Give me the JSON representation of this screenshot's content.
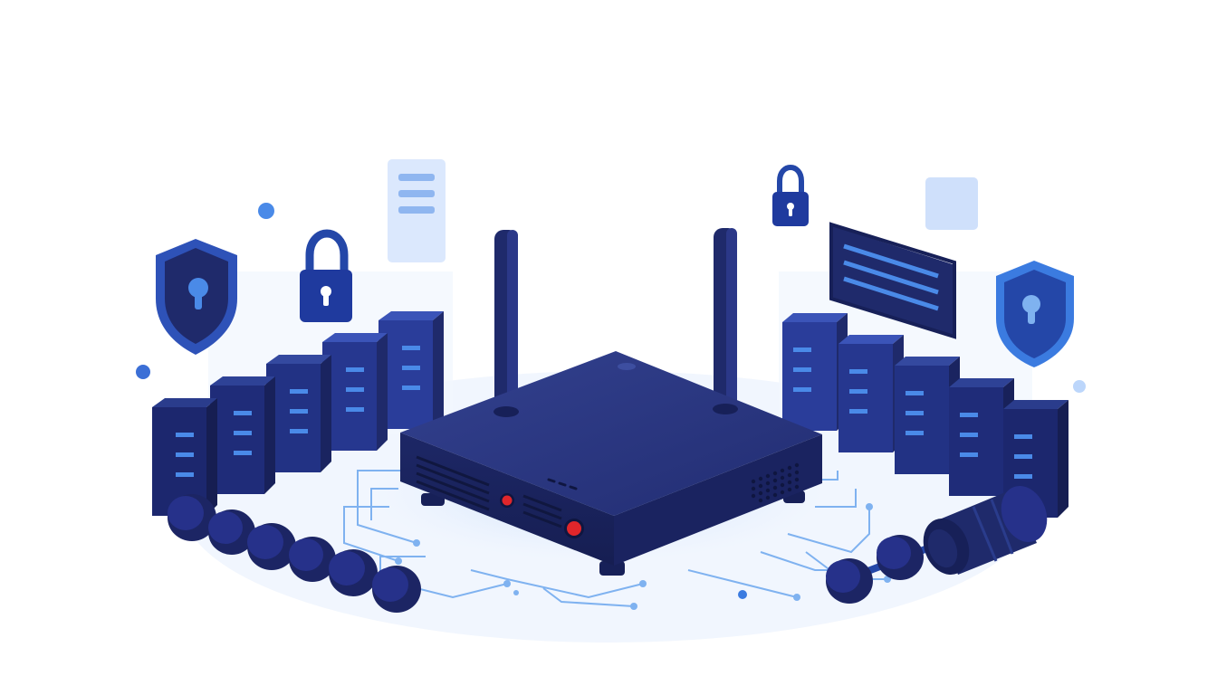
{
  "colors": {
    "background": "#ffffff",
    "navy": "#1f2a6b",
    "navy_dark": "#172058",
    "navy_light": "#2e3c8c",
    "blue_accent": "#3b7be0",
    "blue_light": "#bcd6fb",
    "blue_pale": "#e3eefc",
    "trace": "#7fb2f0",
    "alert_red": "#e0262b"
  },
  "illustration": {
    "subject": "router",
    "left_server_rack_count": 5,
    "right_server_rack_count": 5,
    "left_chain_node_count": 6,
    "icons": [
      "shield-keyhole-icon",
      "padlock-icon",
      "document-icon",
      "message-panel-icon"
    ]
  }
}
